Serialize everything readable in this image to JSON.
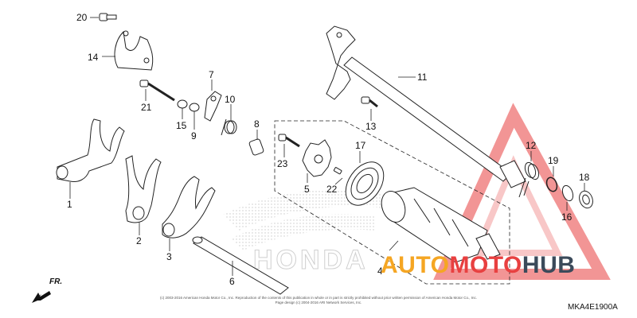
{
  "diagram": {
    "part_numbers": {
      "p1": "1",
      "p2": "2",
      "p3": "3",
      "p4": "4",
      "p5": "5",
      "p6": "6",
      "p7": "7",
      "p8": "8",
      "p9": "9",
      "p10": "10",
      "p11": "11",
      "p12": "12",
      "p13": "13",
      "p14": "14",
      "p15": "15",
      "p16": "16",
      "p17": "17",
      "p18": "18",
      "p19": "19",
      "p20": "20",
      "p21": "21",
      "p22": "22",
      "p23": "23"
    },
    "front_indicator": "FR.",
    "diagram_code": "MKA4E1900A",
    "copyright_line1": "(c) 2003-2016 American Honda Motor Co., Inc. Reproduction of the contents of this publication in whole or in part is strictly prohibited without prior written permission of American Honda Motor Co., Inc.",
    "copyright_line2": "Page design (c) 2004-2016 ARI Network Services, Inc."
  },
  "watermark": {
    "part1": "AUTO",
    "part2": "MOTO",
    "part3": "HUB",
    "colors": {
      "auto": "#f5a623",
      "moto": "#e84040",
      "hub": "#3b4a5a"
    }
  },
  "background_logo": "HONDA"
}
